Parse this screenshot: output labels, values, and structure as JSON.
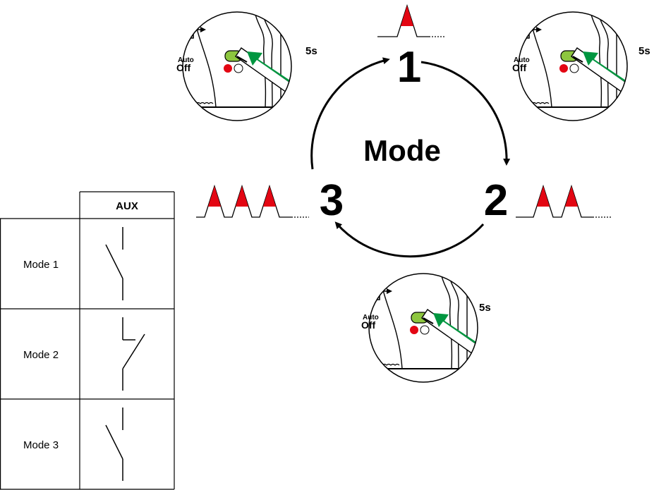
{
  "cycle": {
    "center_label": "Mode",
    "steps": [
      {
        "number": "1",
        "pulses": 1
      },
      {
        "number": "2",
        "pulses": 2
      },
      {
        "number": "3",
        "pulses": 3
      }
    ]
  },
  "device_closeup": {
    "hold_time": "5s",
    "label_auto": "Auto",
    "label_off": "Off",
    "led_colors": {
      "active": "#e30613",
      "inactive": "#ffffff"
    },
    "button_color": "#8dc63f",
    "arrow_color": "#009640"
  },
  "pulse_color": "#e30613",
  "table": {
    "column_header": "AUX",
    "rows": [
      {
        "label": "Mode 1",
        "contact": "normally-open"
      },
      {
        "label": "Mode 2",
        "contact": "normally-closed"
      },
      {
        "label": "Mode 3",
        "contact": "normally-open"
      }
    ]
  }
}
